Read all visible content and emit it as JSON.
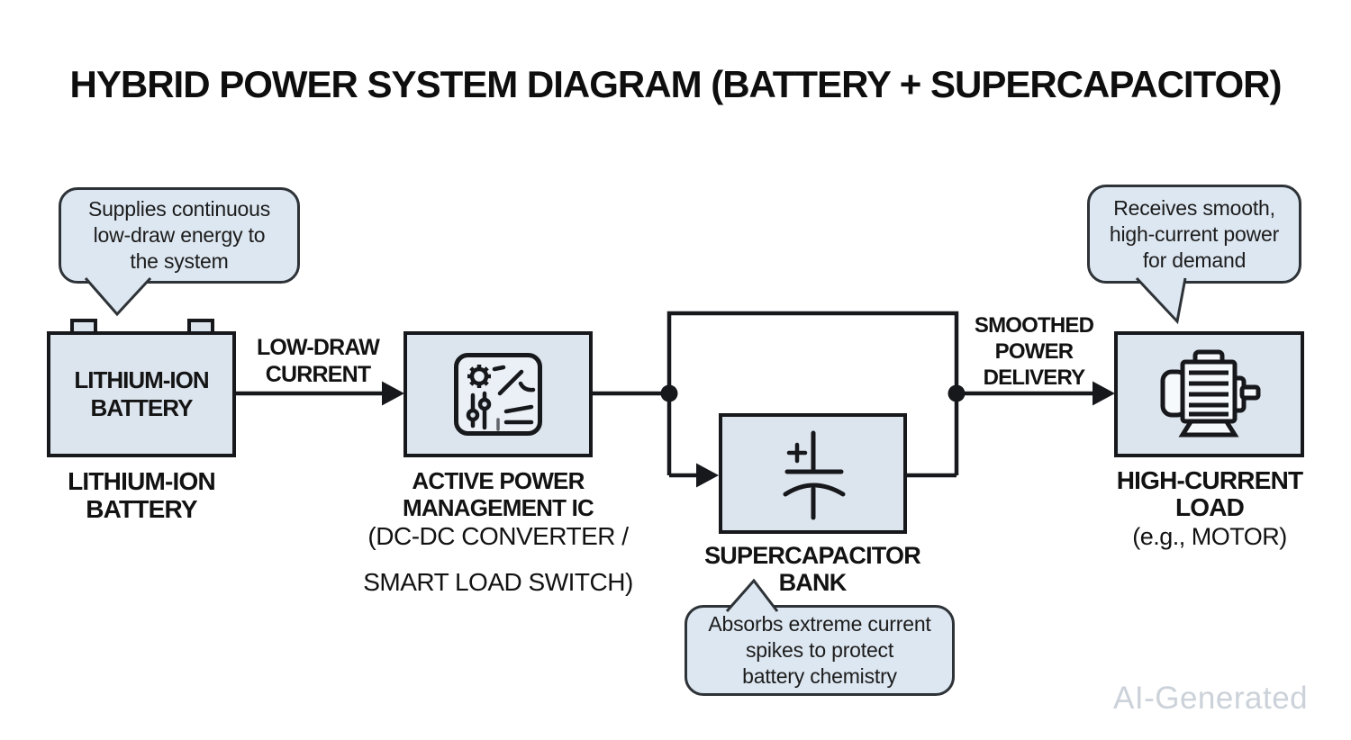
{
  "title": "HYBRID POWER SYSTEM DIAGRAM (BATTERY + SUPERCAPACITOR)",
  "battery": {
    "bubble_lines": [
      "Supplies continuous",
      "low-draw energy to",
      "the system"
    ],
    "box_lines": [
      "LITHIUM-ION",
      "BATTERY"
    ],
    "caption_lines": [
      "LITHIUM-ION",
      "BATTERY"
    ]
  },
  "pmic": {
    "caption_bold_lines": [
      "ACTIVE POWER",
      "MANAGEMENT IC"
    ],
    "caption_sub_line1": "(DC-DC CONVERTER /",
    "caption_sub_line2": "SMART LOAD SWITCH)"
  },
  "supercap": {
    "caption_lines": [
      "SUPERCAPACITOR",
      "BANK"
    ],
    "bubble_lines": [
      "Absorbs extreme current",
      "spikes to protect",
      "battery chemistry"
    ]
  },
  "load": {
    "caption_bold_lines": [
      "HIGH-CURRENT",
      "LOAD"
    ],
    "caption_sub_line": "(e.g., MOTOR)",
    "bubble_lines": [
      "Receives smooth,",
      "high-current power",
      "for demand"
    ]
  },
  "edge_labels": {
    "low_draw_lines": [
      "LOW-DRAW",
      "CURRENT"
    ],
    "smoothed_lines": [
      "SMOOTHED",
      "POWER",
      "DELIVERY"
    ]
  },
  "watermark": "AI-Generated",
  "icons": {
    "pmic": "power-management-settings-icon",
    "supercap": "polarized-capacitor-icon",
    "load": "electric-motor-icon",
    "battery": "battery-terminals"
  },
  "colors": {
    "box_fill": "#dce5ee",
    "bubble_fill": "#dde7f1",
    "stroke": "#17181c",
    "text": "#121212",
    "watermark": "#ccd2d9"
  }
}
